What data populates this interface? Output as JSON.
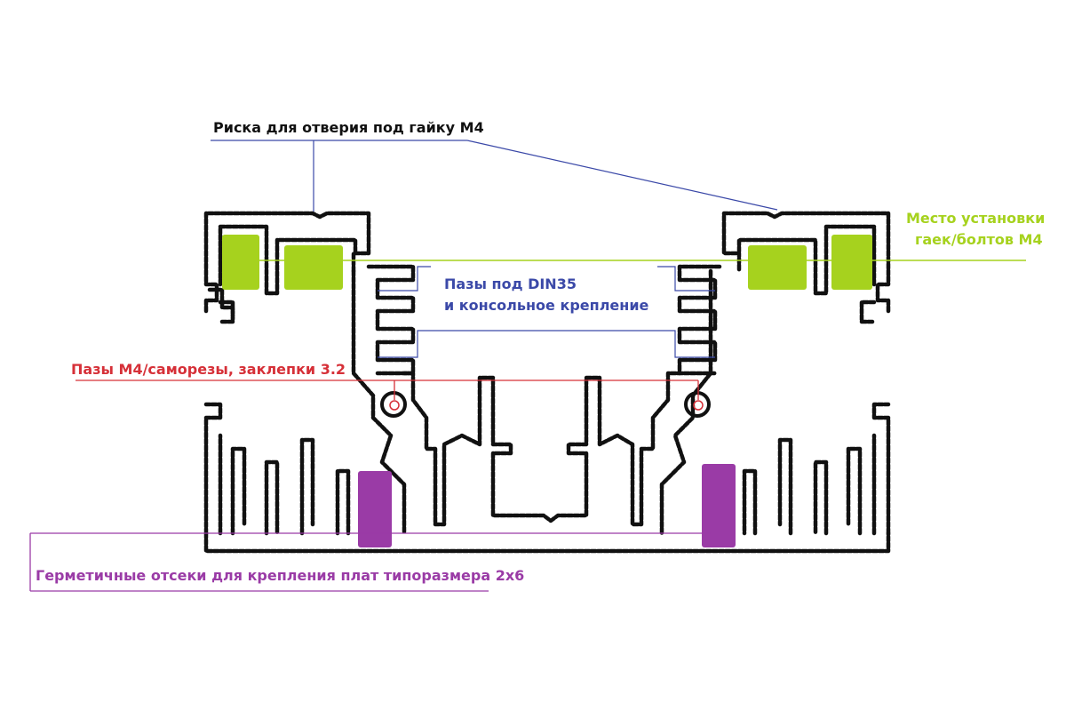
{
  "labels": {
    "nut_mark": "Риска для отверия под  гайку М4",
    "nut_place_line1": "Место установки",
    "nut_place_line2": "гаек/болтов М4",
    "din_line1": "Пазы под DIN35",
    "din_line2": "и консольное крепление",
    "m4_slots": "Пазы М4/саморезы, заклепки 3.2",
    "sealed": "Герметичные отсеки для крепления плат типоразмера 2х6"
  },
  "colors": {
    "outline": "#111111",
    "green": "#a6d21e",
    "blue": "#3b49a8",
    "red": "#d63038",
    "purple": "#9a3ba6"
  }
}
